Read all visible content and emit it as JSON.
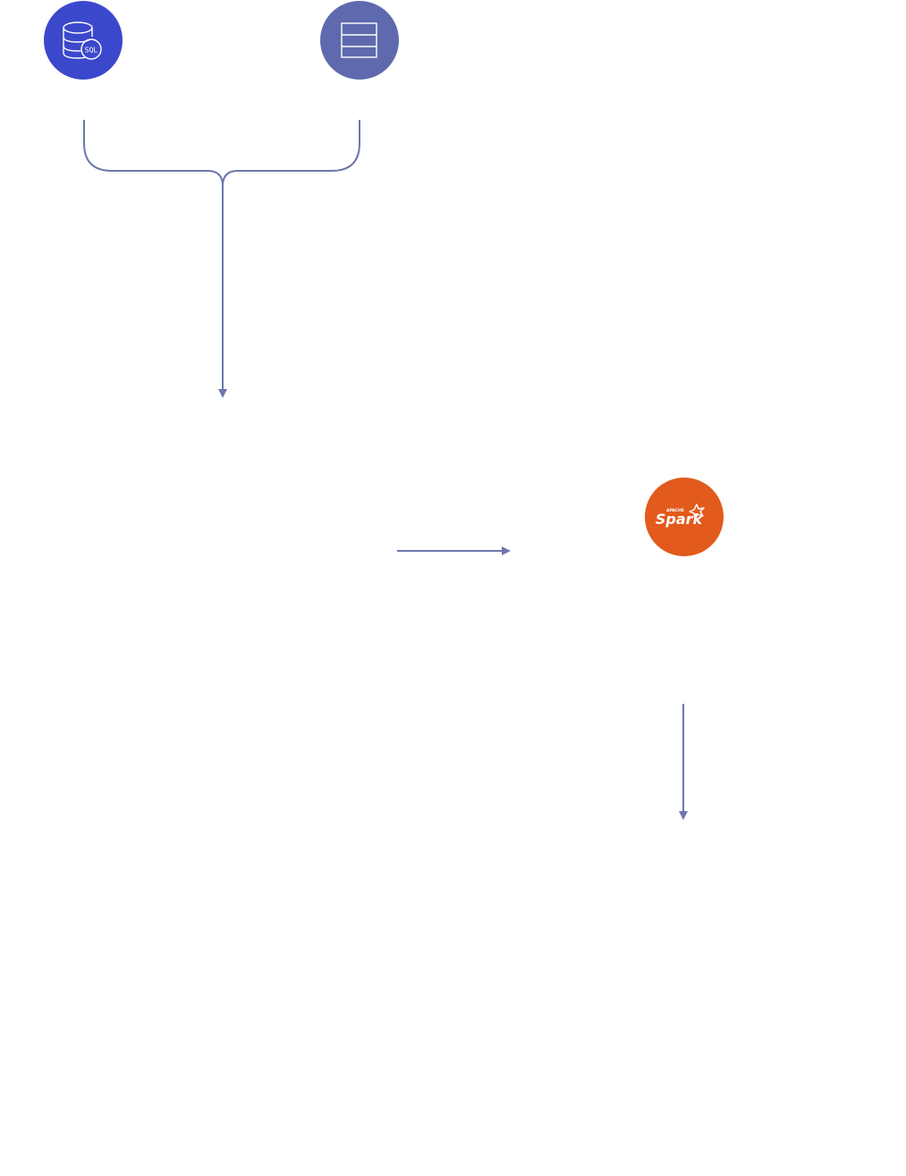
{
  "diagram": {
    "nodes": [
      {
        "id": "sql-database",
        "icon": "sql-database-icon",
        "label_text": "SQL",
        "color": "#3b48cc"
      },
      {
        "id": "table-storage",
        "icon": "table-rows-icon",
        "color": "#5e6aad"
      },
      {
        "id": "apache-spark",
        "icon": "apache-spark-logo",
        "brand_small": "APACHE",
        "brand_text": "Spark",
        "color": "#e25a1c"
      }
    ],
    "edges": [
      {
        "from": "sql-database",
        "to": "merge-point",
        "type": "merge-bracket"
      },
      {
        "from": "table-storage",
        "to": "merge-point",
        "type": "merge-bracket"
      },
      {
        "from": "merge-point",
        "to": "unlabeled-target-1",
        "type": "arrow-down"
      },
      {
        "from": "unlabeled-source",
        "to": "apache-spark",
        "type": "arrow-right"
      },
      {
        "from": "apache-spark",
        "to": "unlabeled-target-2",
        "type": "arrow-down"
      }
    ],
    "connector_color": "#6c77ad",
    "background": "#ffffff"
  }
}
